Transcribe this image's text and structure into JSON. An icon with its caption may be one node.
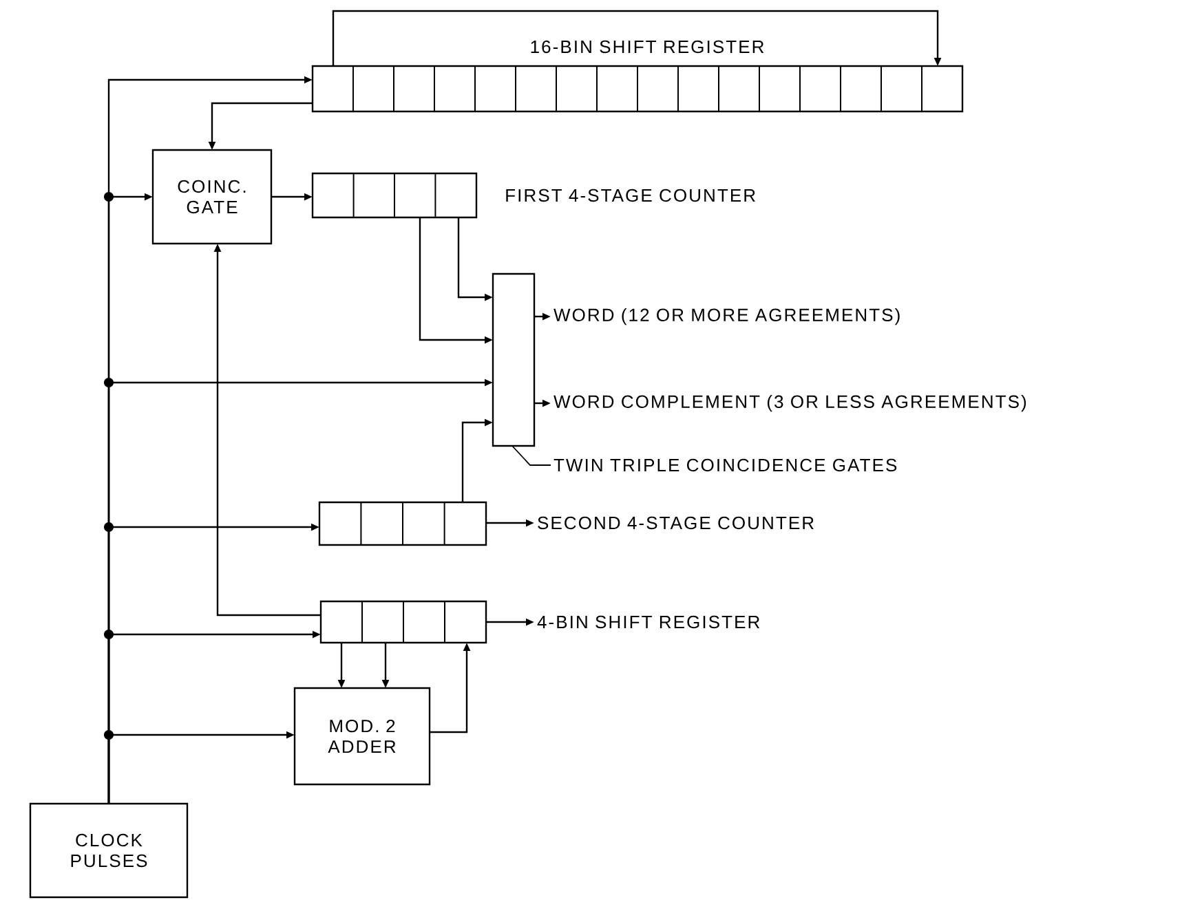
{
  "diagram": {
    "nodes": [
      {
        "text": [
          "CLOCK PULSES"
        ]
      },
      {
        "text": [],
        "shape": "box",
        "beside": [
          "16-BIN SHIFT REGISTER"
        ]
      },
      {
        "text": [
          "COINC. GATE"
        ]
      },
      {
        "text": [],
        "shape": "box",
        "beside": [
          "FIRST 4-STAGE COUNTER"
        ]
      },
      {
        "text": [],
        "shape": "box"
      },
      {
        "text": [
          "WORD (12 OR MORE AGREEMENTS)"
        ]
      },
      {
        "text": [
          "WORD COMPLEMENT (3 OR LESS AGREEMENTS)"
        ]
      },
      {
        "text": [
          "TWIN TRIPLE COINCIDENCE GATES"
        ]
      },
      {
        "text": [],
        "shape": "box"
      },
      {
        "text": [
          "SECOND 4-STAGE COUNTER"
        ]
      },
      {
        "text": [],
        "shape": "box"
      },
      {
        "text": [
          "4-BIN SHIFT REGISTER"
        ]
      },
      {
        "text": [
          "MOD. 2 ADDER"
        ]
      }
    ],
    "edges": [
      {
        "from": 0,
        "to": 1,
        "arrow": "to"
      },
      {
        "from": 0,
        "to": 2,
        "arrow": "to"
      },
      {
        "from": 0,
        "to": 4,
        "arrow": "to"
      },
      {
        "from": 0,
        "to": 8,
        "arrow": "to"
      },
      {
        "from": 0,
        "to": 10,
        "arrow": "to"
      },
      {
        "from": 0,
        "to": 12,
        "arrow": "to"
      },
      {
        "from": 1,
        "to": 2,
        "arrow": "to"
      },
      {
        "from": 1,
        "to": 1,
        "arrow": "to"
      },
      {
        "from": 2,
        "to": 3,
        "arrow": "to"
      },
      {
        "from": 3,
        "to": 4,
        "arrow": "to"
      },
      {
        "from": 3,
        "to": 4,
        "arrow": "to"
      },
      {
        "from": 8,
        "to": 4,
        "arrow": "to"
      },
      {
        "from": 4,
        "to": 5,
        "arrow": "to"
      },
      {
        "from": 4,
        "to": 6,
        "arrow": "to"
      },
      {
        "from": 7,
        "to": 4,
        "arrow": "none"
      },
      {
        "from": 8,
        "to": 9,
        "arrow": "to"
      },
      {
        "from": 10,
        "to": 11,
        "arrow": "to"
      },
      {
        "from": 10,
        "to": 2,
        "arrow": "to"
      },
      {
        "from": 10,
        "to": 12,
        "arrow": "to"
      },
      {
        "from": 10,
        "to": 12,
        "arrow": "to"
      },
      {
        "from": 12,
        "to": 10,
        "arrow": "to"
      }
    ]
  }
}
